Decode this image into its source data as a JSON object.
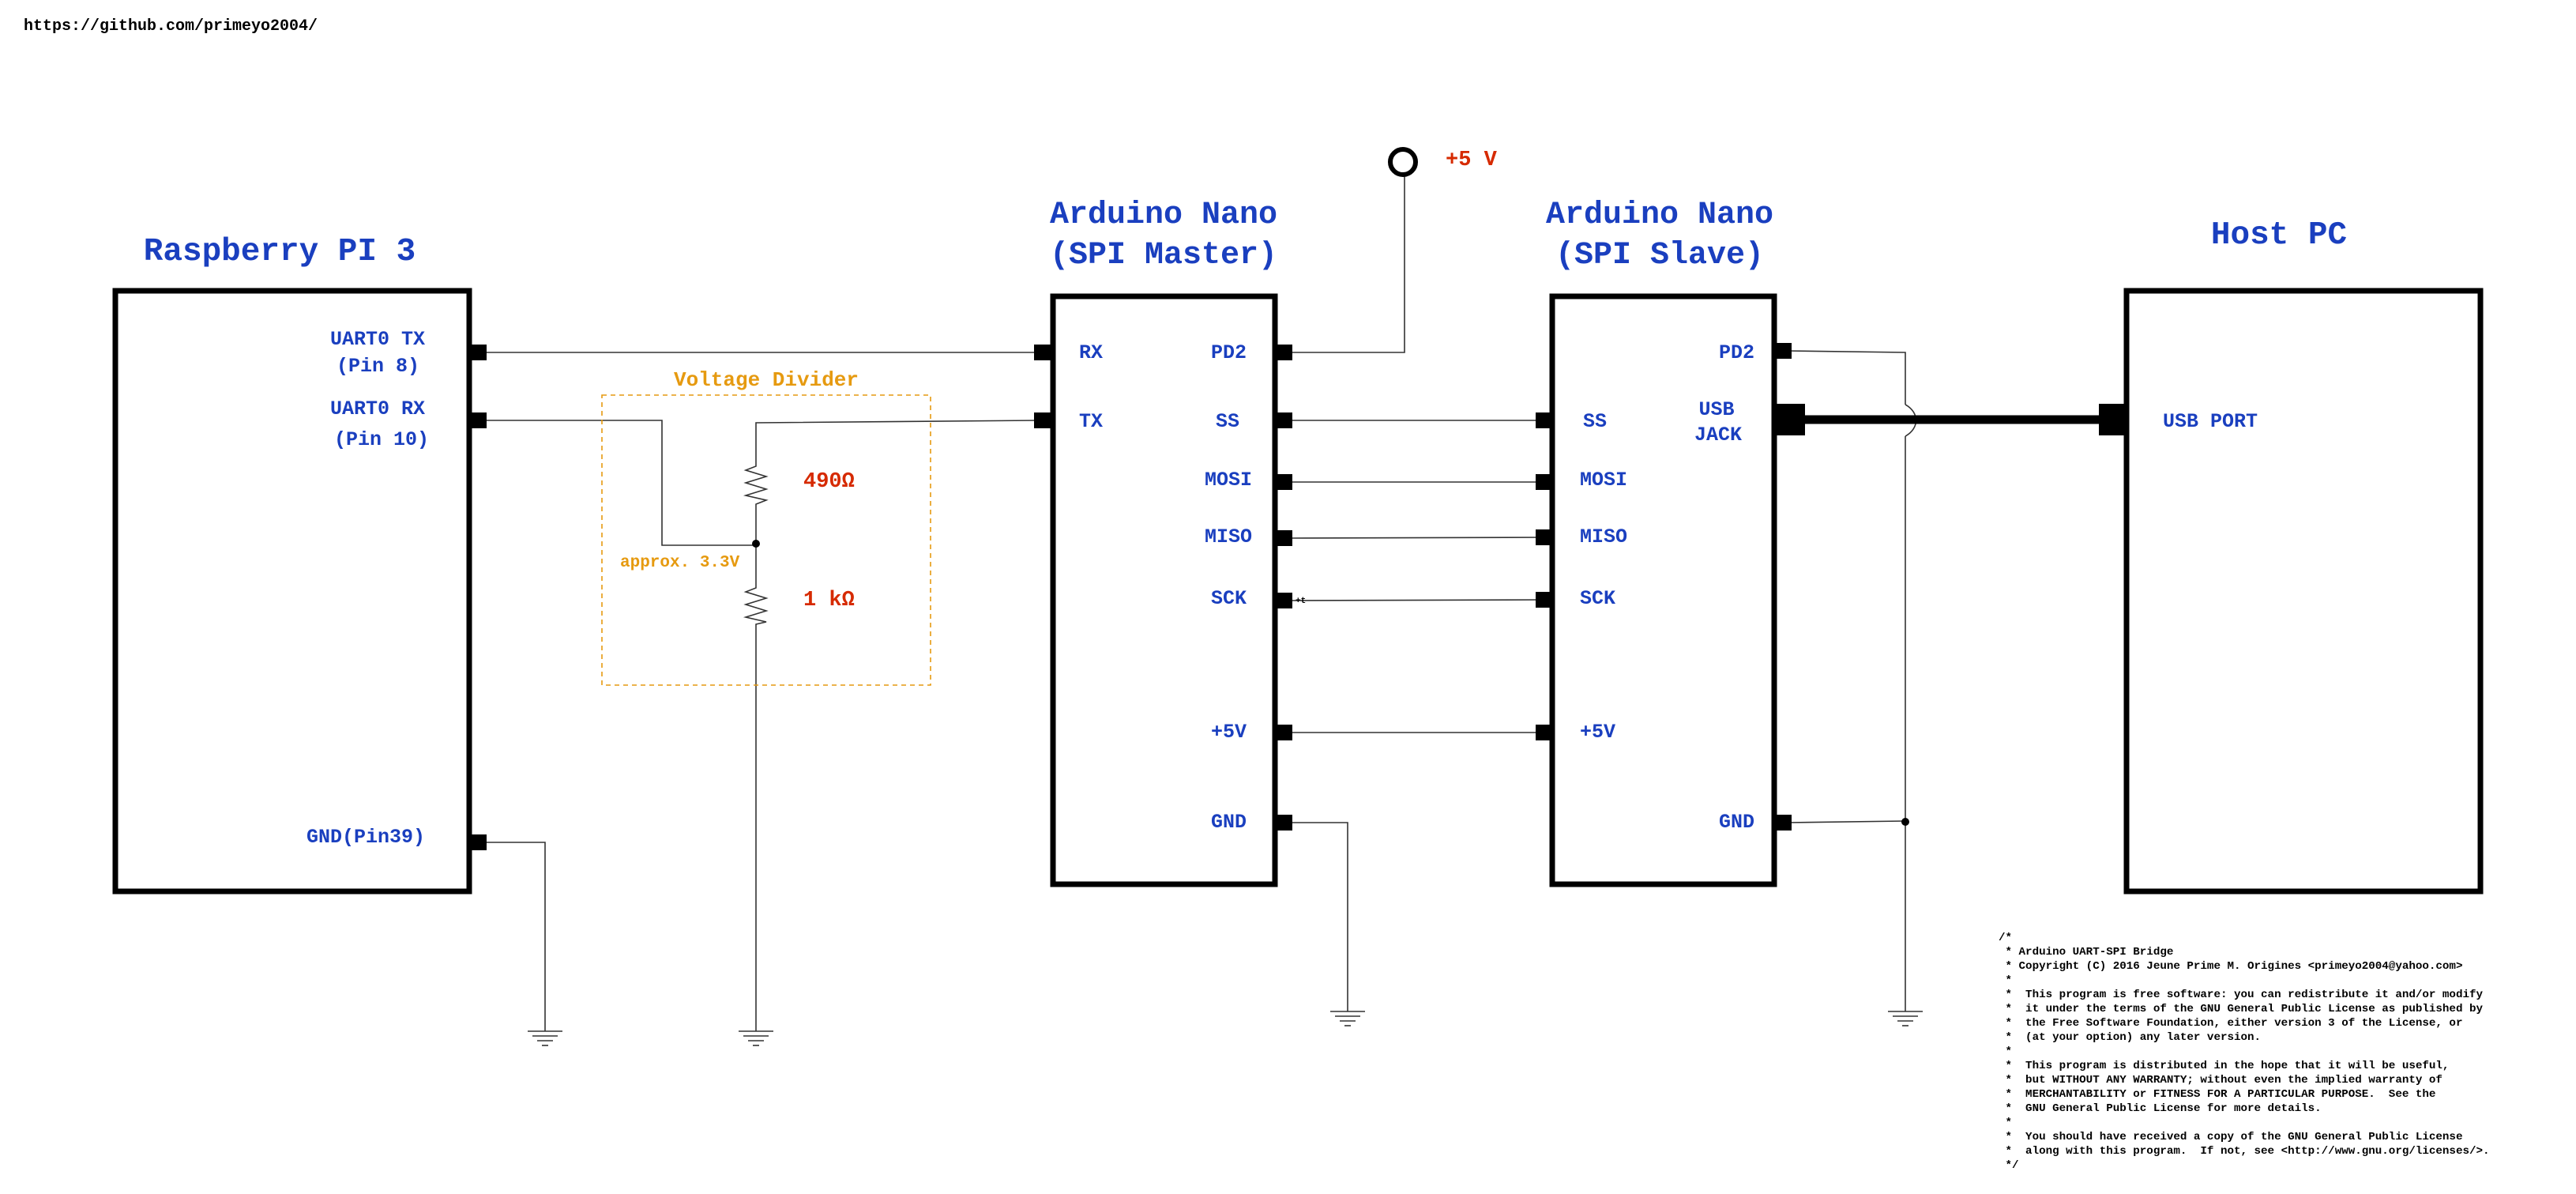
{
  "url": "https://github.com/primeyo2004/",
  "colors": {
    "label_blue": "#1a3fbf",
    "resistor_red": "#d62a00",
    "divider_orange": "#e69a10",
    "outline_black": "#000000"
  },
  "power": {
    "label": "+5 V"
  },
  "rpi": {
    "title": "Raspberry PI 3",
    "pins": {
      "tx_line1": "UART0 TX",
      "tx_line2": "(Pin 8)",
      "rx_line1": "UART0 RX",
      "rx_line2": "(Pin 10)",
      "gnd": "GND(Pin39)"
    }
  },
  "divider": {
    "title": "Voltage Divider",
    "r1": "490Ω",
    "r2": "1 kΩ",
    "note": "approx. 3.3V"
  },
  "master": {
    "title_line1": "Arduino Nano",
    "title_line2": "(SPI Master)",
    "left_pins": {
      "rx": "RX",
      "tx": "TX"
    },
    "right_pins": {
      "pd2": "PD2",
      "ss": "SS",
      "mosi": "MOSI",
      "miso": "MISO",
      "sck": "SCK",
      "v5": "+5V",
      "gnd": "GND"
    }
  },
  "slave": {
    "title_line1": "Arduino Nano",
    "title_line2": "(SPI Slave)",
    "left_pins": {
      "ss": "SS",
      "mosi": "MOSI",
      "miso": "MISO",
      "sck": "SCK",
      "v5": "+5V"
    },
    "right_pins": {
      "pd2": "PD2",
      "usb_line1": "USB",
      "usb_line2": "JACK",
      "gnd": "GND"
    }
  },
  "host": {
    "title": "Host PC",
    "usb_port": "USB PORT"
  },
  "license_text": "/*\n * Arduino UART-SPI Bridge\n * Copyright (C) 2016 Jeune Prime M. Origines <primeyo2004@yahoo.com>\n *\n *  This program is free software: you can redistribute it and/or modify\n *  it under the terms of the GNU General Public License as published by\n *  the Free Software Foundation, either version 3 of the License, or\n *  (at your option) any later version.\n *\n *  This program is distributed in the hope that it will be useful,\n *  but WITHOUT ANY WARRANTY; without even the implied warranty of\n *  MERCHANTABILITY or FITNESS FOR A PARTICULAR PURPOSE.  See the\n *  GNU General Public License for more details.\n *\n *  You should have received a copy of the GNU General Public License\n *  along with this program.  If not, see <http://www.gnu.org/licenses/>.\n */"
}
